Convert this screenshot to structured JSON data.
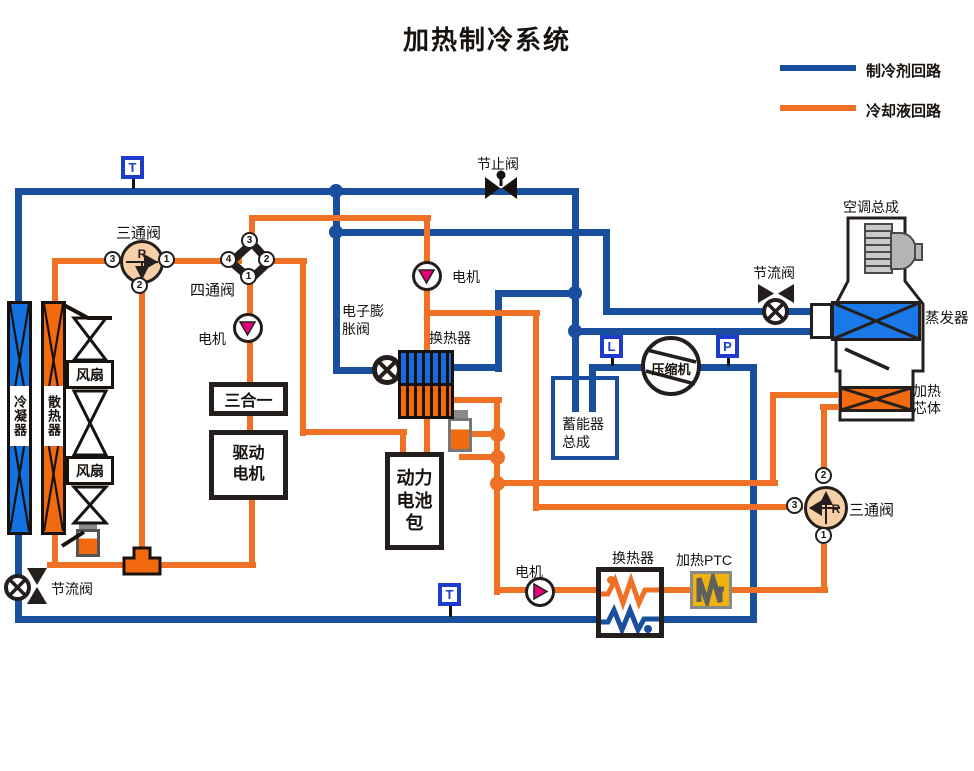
{
  "title": "加热制冷系统",
  "legend": {
    "refrigerant": "制冷剂回路",
    "coolant": "冷却液回路"
  },
  "colors": {
    "refrigerant_blue": "#1a4f9d",
    "coolant_orange": "#ee7125",
    "evaporator_blue": "#1b78e8",
    "heater_orange": "#f26a10",
    "valve_peach": "#f6cfa6",
    "pump_magenta": "#e6007e",
    "ptc_yellow": "#f0b30e"
  },
  "sensors": {
    "temp_top": "T",
    "temp_bottom": "T",
    "liquid": "L",
    "pressure": "P"
  },
  "valves": {
    "stop_valve": "节止阀",
    "throttle_right": "节流阀",
    "throttle_left": "节流阀",
    "eev": [
      "电子膨",
      "胀阀"
    ],
    "three_way_left": {
      "label": "三通阀",
      "r": "R",
      "port_left": "3",
      "port_right": "1",
      "port_bottom": "2"
    },
    "four_way": {
      "label": "四通阀",
      "port_top": "3",
      "port_left": "4",
      "port_right": "2",
      "port_bottom": "1"
    },
    "three_way_right": {
      "label": "三通阀",
      "r": "R",
      "port_top": "2",
      "port_left": "3",
      "port_bottom": "1"
    }
  },
  "pumps": {
    "motor_left": "电机",
    "motor_mid": "电机",
    "motor_bottom": "电机"
  },
  "components": {
    "condenser": "冷凝器",
    "radiator": "散热器",
    "fan_top": "风扇",
    "fan_bottom": "风扇",
    "three_in_one": "三合一",
    "drive_motor": [
      "驱动",
      "电机"
    ],
    "chiller": "换热器",
    "battery": [
      "动力",
      "电池",
      "包"
    ],
    "accumulator": [
      "蓄能器",
      "总成"
    ],
    "compressor": "压缩机",
    "hvac": "空调总成",
    "evaporator": "蒸发器",
    "heater_core": [
      "加热",
      "芯体"
    ],
    "ptc": "加热PTC",
    "hx_bottom": "换热器"
  }
}
